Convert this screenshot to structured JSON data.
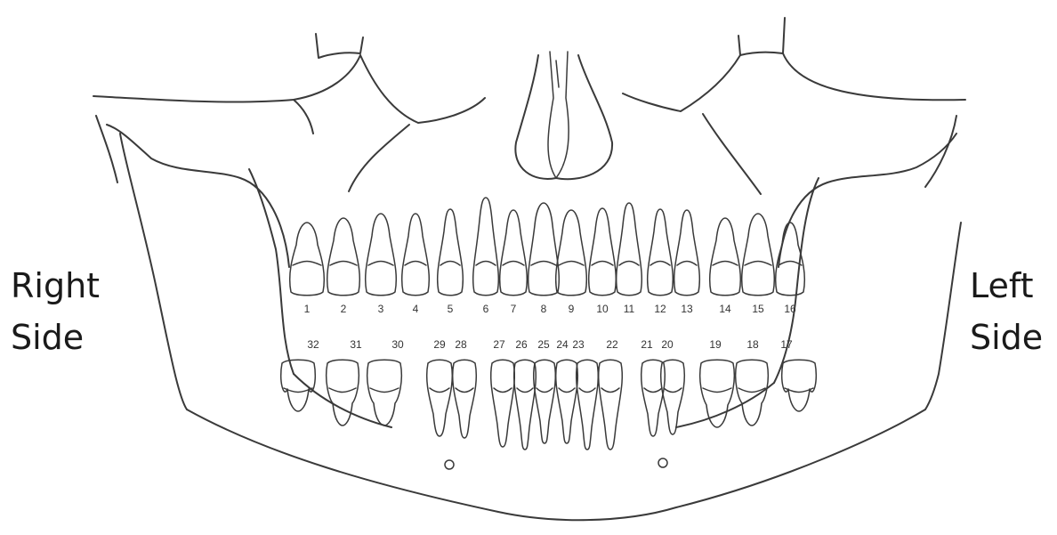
{
  "labels": {
    "right_side": [
      "Right",
      "Side"
    ],
    "left_side": [
      "Left",
      "Side"
    ]
  },
  "upper_teeth": [
    "1",
    "2",
    "3",
    "4",
    "5",
    "6",
    "7",
    "8",
    "9",
    "10",
    "11",
    "12",
    "13",
    "14",
    "15",
    "16"
  ],
  "lower_teeth": [
    "32",
    "31",
    "30",
    "29",
    "28",
    "27",
    "26",
    "25",
    "24",
    "23",
    "22",
    "21",
    "20",
    "19",
    "18",
    "17"
  ]
}
